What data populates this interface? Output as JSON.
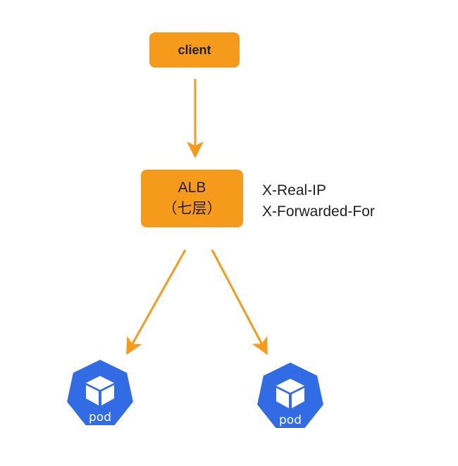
{
  "nodes": {
    "client": {
      "label": "client"
    },
    "alb": {
      "line1": "ALB",
      "line2": "（七层）"
    },
    "headers": {
      "line1": "X-Real-IP",
      "line2": "X-Forwarded-For"
    },
    "pods": [
      {
        "label": "pod"
      },
      {
        "label": "pod"
      }
    ]
  },
  "colors": {
    "box_fill": "#f59a1a",
    "arrow": "#f59a1a",
    "pod_fill": "#326ce5",
    "text": "#1f1f1f"
  },
  "icons": {
    "pod": "cube-icon"
  }
}
